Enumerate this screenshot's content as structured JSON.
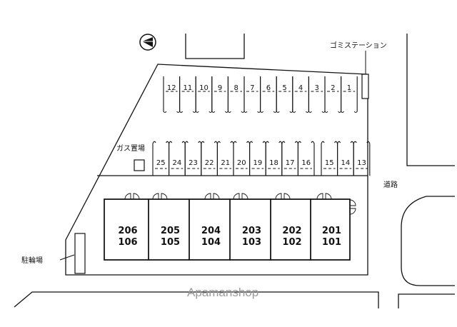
{
  "labels": {
    "garbage_station": "ゴミステーション",
    "gas_storage": "ガス置場",
    "road": "道路",
    "bicycle_parking": "駐輪場"
  },
  "parking_north": [
    "12",
    "11",
    "10",
    "9",
    "8",
    "7",
    "6",
    "5",
    "4",
    "3",
    "2",
    "1"
  ],
  "parking_south": [
    "25",
    "24",
    "23",
    "22",
    "21",
    "20",
    "19",
    "18",
    "17",
    "16",
    "15",
    "14",
    "13"
  ],
  "units": [
    {
      "upper": "206",
      "lower": "106"
    },
    {
      "upper": "205",
      "lower": "105"
    },
    {
      "upper": "204",
      "lower": "104"
    },
    {
      "upper": "203",
      "lower": "103"
    },
    {
      "upper": "202",
      "lower": "102"
    },
    {
      "upper": "201",
      "lower": "101"
    }
  ],
  "watermark": "Apamanshop",
  "compass": "north-arrow-icon"
}
